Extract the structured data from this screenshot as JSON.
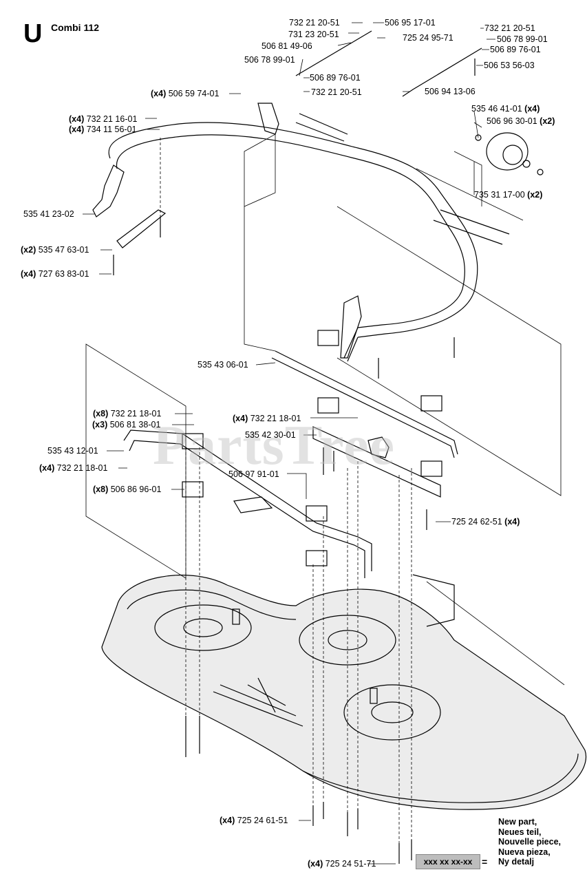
{
  "header": {
    "letter": "U",
    "model": "Combi 112"
  },
  "watermark": "PartsTree",
  "labels": [
    {
      "id": "l01",
      "qty": "",
      "num": "732 21 20-51"
    },
    {
      "id": "l02",
      "qty": "",
      "num": "506 95 17-01"
    },
    {
      "id": "l03",
      "qty": "",
      "num": "731 23 20-51"
    },
    {
      "id": "l04",
      "qty": "",
      "num": "725 24 95-71"
    },
    {
      "id": "l05",
      "qty": "",
      "num": "506 81 49-06"
    },
    {
      "id": "l06",
      "qty": "",
      "num": "506 78 99-01"
    },
    {
      "id": "l07",
      "qty": "",
      "num": "506 89 76-01"
    },
    {
      "id": "l08",
      "qty": "",
      "num": "732 21 20-51"
    },
    {
      "id": "l09",
      "qty": "(x4)",
      "num": "506 59 74-01"
    },
    {
      "id": "l10",
      "qty": "",
      "num": "732 21 20-51"
    },
    {
      "id": "l11",
      "qty": "",
      "num": "506 78 99-01"
    },
    {
      "id": "l12",
      "qty": "",
      "num": "506 89 76-01"
    },
    {
      "id": "l13",
      "qty": "",
      "num": "506 53 56-03"
    },
    {
      "id": "l14",
      "qty": "",
      "num": "506 94 13-06"
    },
    {
      "id": "l15",
      "qty": "(x4)",
      "num": "732 21 16-01"
    },
    {
      "id": "l16",
      "qty": "(x4)",
      "num": "734 11 56-01"
    },
    {
      "id": "l17",
      "qty": "(x4)",
      "num": "535 46 41-01",
      "qty_after": true
    },
    {
      "id": "l18",
      "qty": "(x2)",
      "num": "506 96 30-01",
      "qty_after": true
    },
    {
      "id": "l19",
      "qty": "(x2)",
      "num": "735 31 17-00",
      "qty_after": true
    },
    {
      "id": "l20",
      "qty": "",
      "num": "535 41 23-02"
    },
    {
      "id": "l21",
      "qty": "(x2)",
      "num": "535 47 63-01"
    },
    {
      "id": "l22",
      "qty": "(x4)",
      "num": "727 63 83-01"
    },
    {
      "id": "l23",
      "qty": "",
      "num": "535 43 06-01"
    },
    {
      "id": "l24",
      "qty": "(x8)",
      "num": "732 21 18-01"
    },
    {
      "id": "l25",
      "qty": "(x3)",
      "num": "506 81 38-01"
    },
    {
      "id": "l26",
      "qty": "(x4)",
      "num": "732 21 18-01"
    },
    {
      "id": "l27",
      "qty": "",
      "num": "535 42 30-01"
    },
    {
      "id": "l28",
      "qty": "",
      "num": "535 43 12-01"
    },
    {
      "id": "l29",
      "qty": "(x4)",
      "num": "732 21 18-01"
    },
    {
      "id": "l30",
      "qty": "",
      "num": "506 97 91-01"
    },
    {
      "id": "l31",
      "qty": "(x8)",
      "num": "506 86 96-01"
    },
    {
      "id": "l32",
      "qty": "(x4)",
      "num": "725 24 62-51",
      "qty_after": true
    },
    {
      "id": "l33",
      "qty": "(x4)",
      "num": "725 24 61-51"
    },
    {
      "id": "l34",
      "qty": "(x4)",
      "num": "725 24 51-71"
    }
  ],
  "legend": {
    "box_text": "xxx xx xx-xx",
    "equals": "=",
    "lines": [
      "New part,",
      "Neues teil,",
      "Nouvelle piece,",
      "Nueva pieza,",
      "Ny detalj"
    ]
  },
  "colors": {
    "line": "#000000",
    "deck_fill": "#ececec",
    "legend_box": "#bdbdbd"
  }
}
